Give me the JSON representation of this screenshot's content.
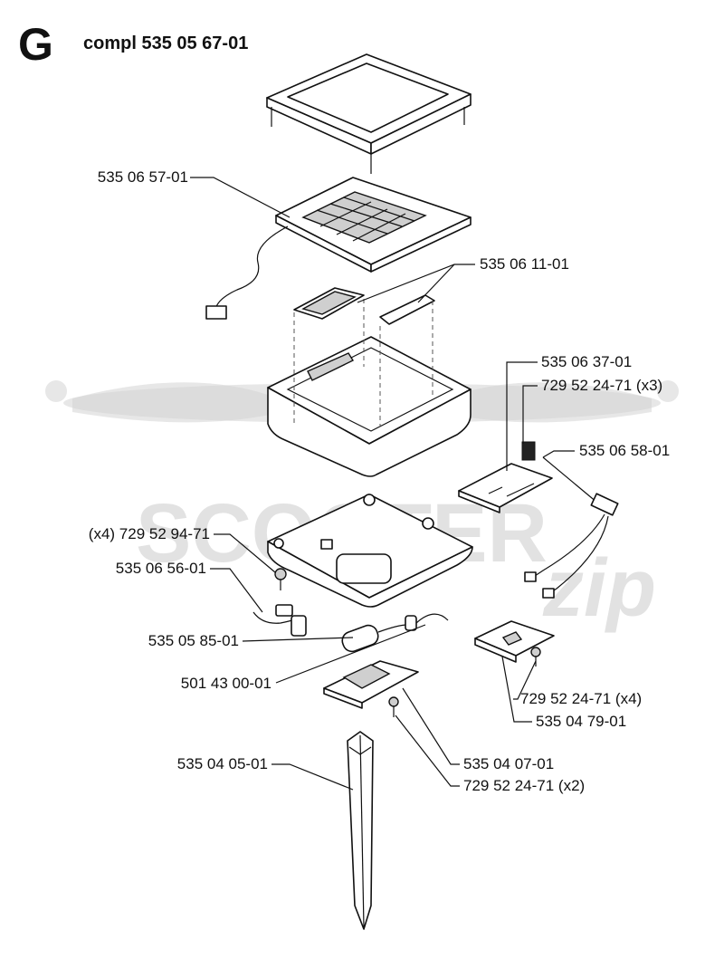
{
  "section": "G",
  "title": "compl 535 05 67-01",
  "watermark": "SCOOTER",
  "watermark_script": "zip",
  "labels": {
    "cover_panel": "535 06 57-01",
    "foam_strips": "535 06 11-01",
    "circuit_board": "535 06 37-01",
    "board_screws": "729 52 24-71 (x3)",
    "cable": "535 06 58-01",
    "base_screws": "(x4) 729 52 94-71",
    "switch": "535 06 56-01",
    "battery": "535 05 85-01",
    "grommet": "501 43 00-01",
    "bracket_screws": "729 52 24-71 (x4)",
    "bracket": "535 04 79-01",
    "stake": "535 04 05-01",
    "lid": "535 04 07-01",
    "lid_screws": "729 52 24-71 (x2)"
  }
}
